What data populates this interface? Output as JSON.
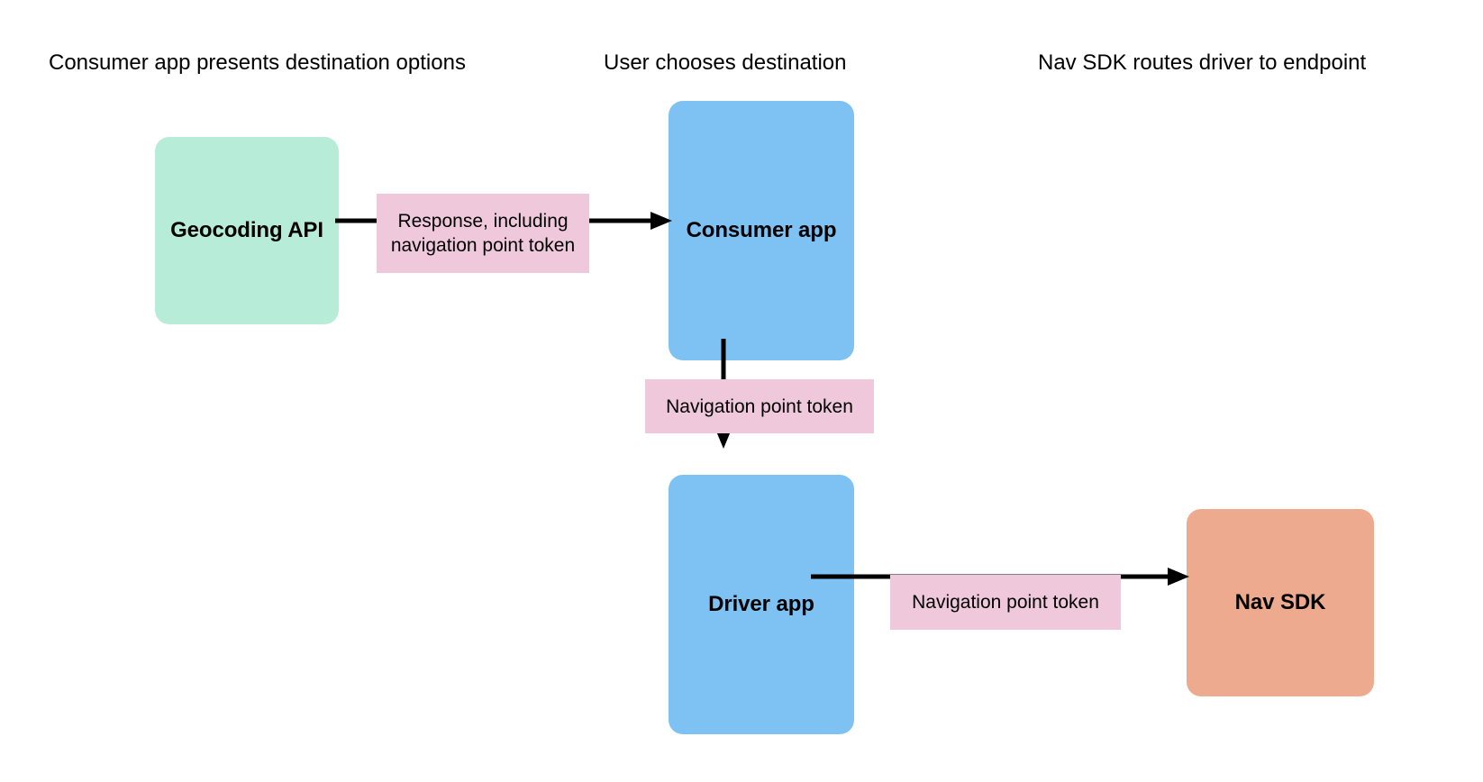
{
  "diagram": {
    "title_row": [
      {
        "id": "col-1",
        "label": "Consumer app presents destination options"
      },
      {
        "id": "col-2",
        "label": "User chooses destination"
      },
      {
        "id": "col-3",
        "label": "Nav SDK routes driver to endpoint"
      }
    ],
    "nodes": [
      {
        "id": "geocoding-api",
        "label": "Geocoding API",
        "color": "#b6ecd8"
      },
      {
        "id": "consumer-app",
        "label": "Consumer app",
        "color": "#7ec2f3"
      },
      {
        "id": "driver-app",
        "label": "Driver app",
        "color": "#7ec2f3"
      },
      {
        "id": "nav-sdk",
        "label": "Nav SDK",
        "color": "#eeaa8e"
      }
    ],
    "edge_labels": [
      {
        "id": "response-token",
        "label": "Response, including navigation point token",
        "color": "#efc8dc"
      },
      {
        "id": "nav-token-vertical",
        "label": "Navigation point token",
        "color": "#efc8dc"
      },
      {
        "id": "nav-token-horizontal",
        "label": "Navigation point token",
        "color": "#efc8dc"
      }
    ],
    "edges": [
      {
        "id": "geocoding-to-consumer",
        "from": "geocoding-api",
        "to": "consumer-app",
        "direction": "right"
      },
      {
        "id": "consumer-to-driver",
        "from": "consumer-app",
        "to": "driver-app",
        "direction": "down"
      },
      {
        "id": "driver-to-navsdk",
        "from": "driver-app",
        "to": "nav-sdk",
        "direction": "right"
      }
    ],
    "colors": {
      "background": "#ffffff",
      "stroke": "#000000",
      "mint": "#b6ecd8",
      "blue": "#7ec2f3",
      "orange": "#eeaa8e",
      "pink": "#efc8dc"
    }
  }
}
